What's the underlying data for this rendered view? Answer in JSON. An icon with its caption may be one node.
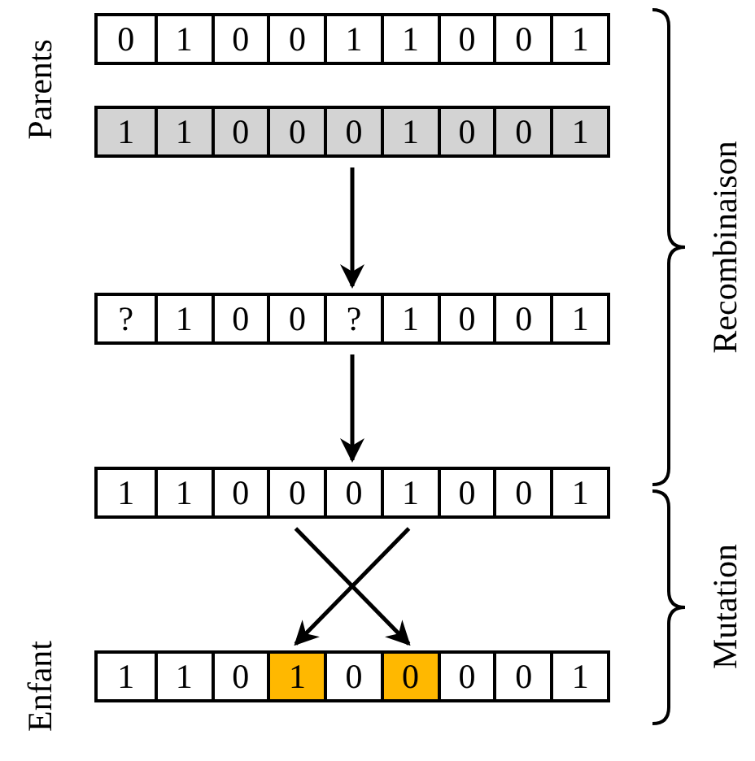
{
  "diagram": {
    "nodes": [
      {
        "text": [],
        "shape": "box"
      },
      {
        "text": [
          "0"
        ],
        "in": 0
      },
      {
        "text": [
          "1"
        ],
        "in": 0
      },
      {
        "text": [
          "0"
        ],
        "in": 0
      },
      {
        "text": [
          "0"
        ],
        "in": 0
      },
      {
        "text": [
          "1"
        ],
        "in": 0
      },
      {
        "text": [
          "1"
        ],
        "in": 0
      },
      {
        "text": [
          "0"
        ],
        "in": 0
      },
      {
        "text": [
          "0"
        ],
        "in": 0
      },
      {
        "text": [
          "1"
        ],
        "in": 0
      },
      {
        "text": [],
        "shape": "box"
      },
      {
        "text": [
          "1"
        ],
        "in": 10
      },
      {
        "text": [
          "1"
        ],
        "in": 10
      },
      {
        "text": [
          "0"
        ],
        "in": 10
      },
      {
        "text": [
          "0"
        ],
        "in": 10
      },
      {
        "text": [
          "0"
        ],
        "in": 10
      },
      {
        "text": [
          "1"
        ],
        "in": 10
      },
      {
        "text": [
          "0"
        ],
        "in": 10
      },
      {
        "text": [
          "0"
        ],
        "in": 10
      },
      {
        "text": [
          "1"
        ],
        "in": 10
      },
      {
        "text": [],
        "shape": "box"
      },
      {
        "text": [
          "?"
        ],
        "in": 20
      },
      {
        "text": [
          "1"
        ],
        "in": 20
      },
      {
        "text": [
          "0"
        ],
        "in": 20
      },
      {
        "text": [
          "0"
        ],
        "in": 20
      },
      {
        "text": [
          "?"
        ],
        "in": 20
      },
      {
        "text": [
          "1"
        ],
        "in": 20
      },
      {
        "text": [
          "0"
        ],
        "in": 20
      },
      {
        "text": [
          "0"
        ],
        "in": 20
      },
      {
        "text": [
          "1"
        ],
        "in": 20
      },
      {
        "text": [],
        "shape": "box"
      },
      {
        "text": [
          "1"
        ],
        "in": 30
      },
      {
        "text": [
          "1"
        ],
        "in": 30
      },
      {
        "text": [
          "0"
        ],
        "in": 30
      },
      {
        "text": [
          "0"
        ],
        "in": 30
      },
      {
        "text": [
          "0"
        ],
        "in": 30
      },
      {
        "text": [
          "1"
        ],
        "in": 30
      },
      {
        "text": [
          "0"
        ],
        "in": 30
      },
      {
        "text": [
          "0"
        ],
        "in": 30
      },
      {
        "text": [
          "1"
        ],
        "in": 30
      },
      {
        "text": [],
        "shape": "box"
      },
      {
        "text": [
          "1"
        ],
        "in": 40
      },
      {
        "text": [
          "1"
        ],
        "in": 40
      },
      {
        "text": [
          "0"
        ],
        "in": 40
      },
      {
        "text": [
          "1"
        ],
        "in": 40
      },
      {
        "text": [
          "0"
        ],
        "in": 40
      },
      {
        "text": [
          "0"
        ],
        "in": 40
      },
      {
        "text": [
          "0"
        ],
        "in": 40
      },
      {
        "text": [
          "0"
        ],
        "in": 40
      },
      {
        "text": [
          "1"
        ],
        "in": 40
      }
    ],
    "edges": [
      {
        "from": 10,
        "to": 20,
        "arrow": "to"
      },
      {
        "from": 20,
        "to": 30,
        "arrow": "to"
      },
      {
        "from": 34,
        "to": 46,
        "arrow": "to"
      },
      {
        "from": 36,
        "to": 44,
        "arrow": "to"
      }
    ],
    "labels": [
      "Parents",
      "Enfant",
      "Recombinaison",
      "Mutation"
    ]
  }
}
